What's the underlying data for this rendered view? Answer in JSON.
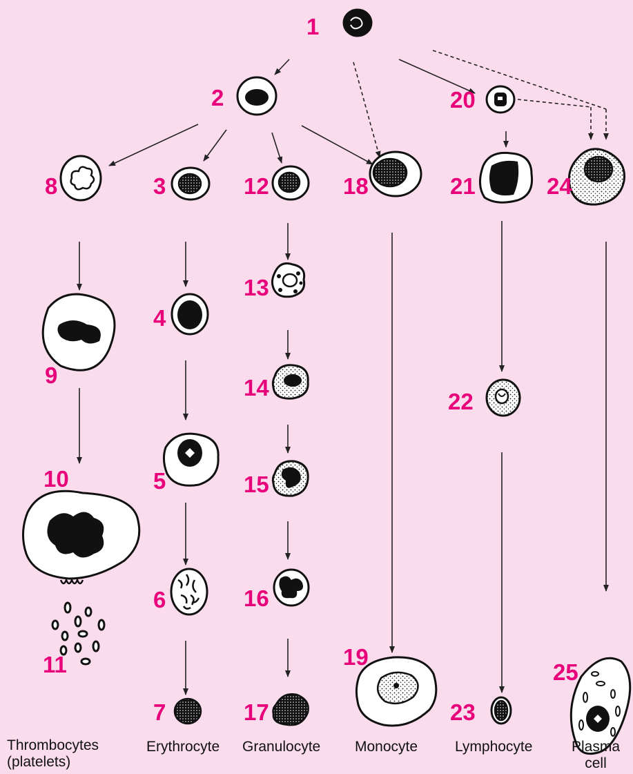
{
  "diagram": {
    "stage_numbers": [
      "1",
      "2",
      "3",
      "4",
      "5",
      "6",
      "7",
      "8",
      "9",
      "10",
      "11",
      "12",
      "13",
      "14",
      "15",
      "16",
      "17",
      "18",
      "19",
      "20",
      "21",
      "22",
      "23",
      "24",
      "25"
    ],
    "lineages": {
      "thrombocytes_line1": "Thrombocytes",
      "thrombocytes_line2": "(platelets)",
      "erythrocyte": "Erythrocyte",
      "granulocyte": "Granulocyte",
      "monocyte": "Monocyte",
      "lymphocyte": "Lymphocyte",
      "plasma_line1": "Plasma",
      "plasma_line2": "cell"
    },
    "colors": {
      "background": "#fbdcec",
      "number_color": "#e8007a",
      "ink": "#111111"
    }
  }
}
